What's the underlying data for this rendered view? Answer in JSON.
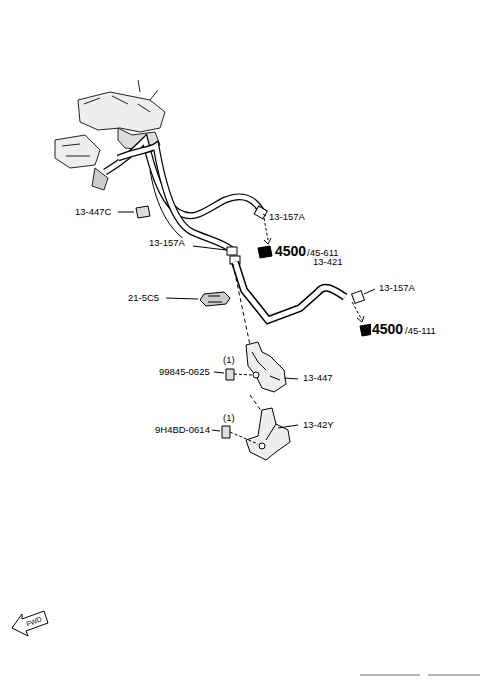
{
  "diagram": {
    "labels": [
      "13-447C",
      "13-157A",
      "4500",
      "/45-611",
      "13-157A",
      "13-421",
      "13-157A",
      "21-5C5",
      "4500",
      "/45-111",
      "(1)",
      "99845-0625",
      "13-447",
      "(1)",
      "9H4BD-0614",
      "13-42Y",
      "FWD"
    ]
  }
}
